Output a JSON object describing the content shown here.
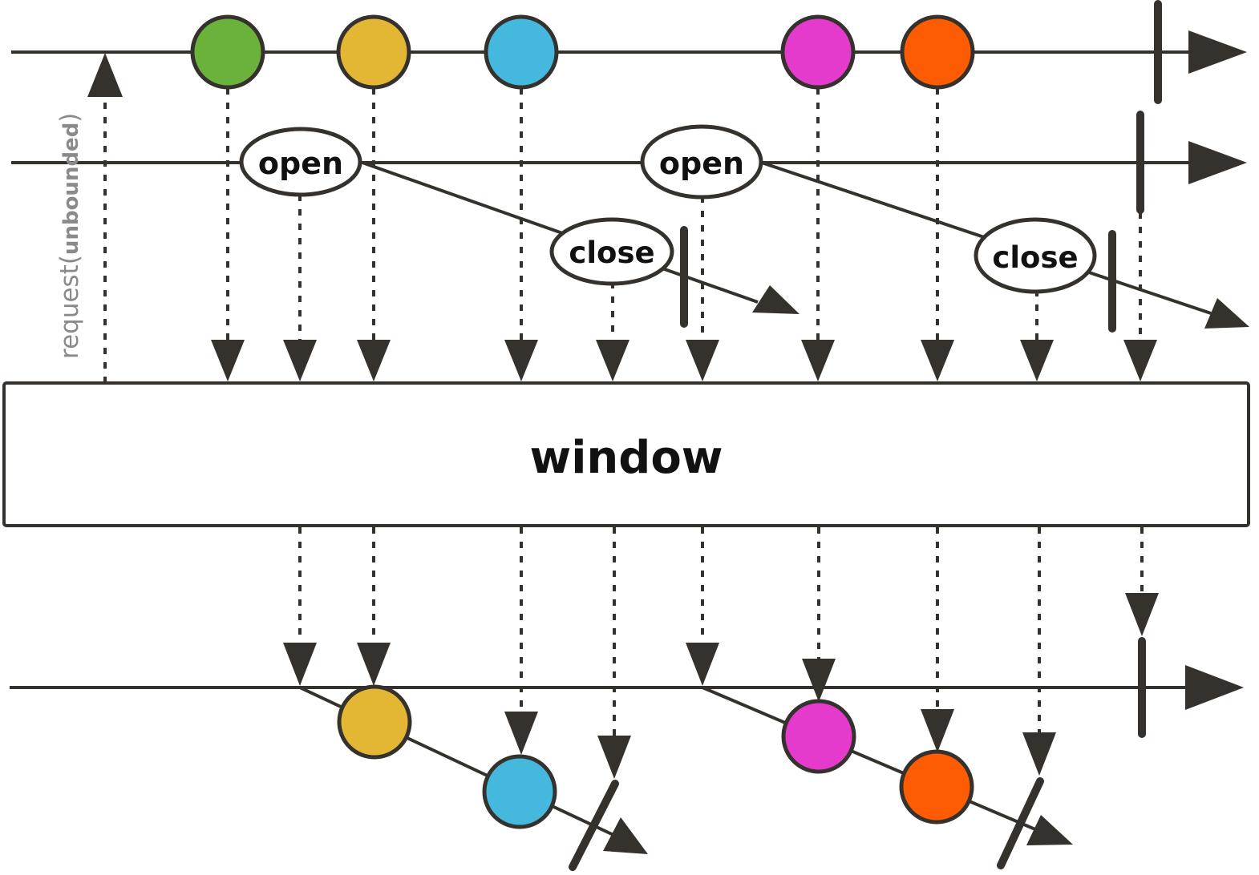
{
  "operator": {
    "label": "window"
  },
  "request_label": {
    "prefix": "request(",
    "arg": "unbounded",
    "suffix": ")"
  },
  "open_label": "open",
  "close_label": "close",
  "colors": {
    "line": "#35312c",
    "green": "#6bb23c",
    "yellow": "#e3b733",
    "blue": "#45b8dd",
    "magenta": "#e53bcc",
    "orange": "#fd5c02",
    "box_fill": "#ffffff"
  },
  "source_items": [
    "green",
    "yellow",
    "blue",
    "magenta",
    "orange"
  ],
  "output_windows": [
    {
      "items": [
        "yellow",
        "blue"
      ]
    },
    {
      "items": [
        "magenta",
        "orange"
      ]
    }
  ]
}
